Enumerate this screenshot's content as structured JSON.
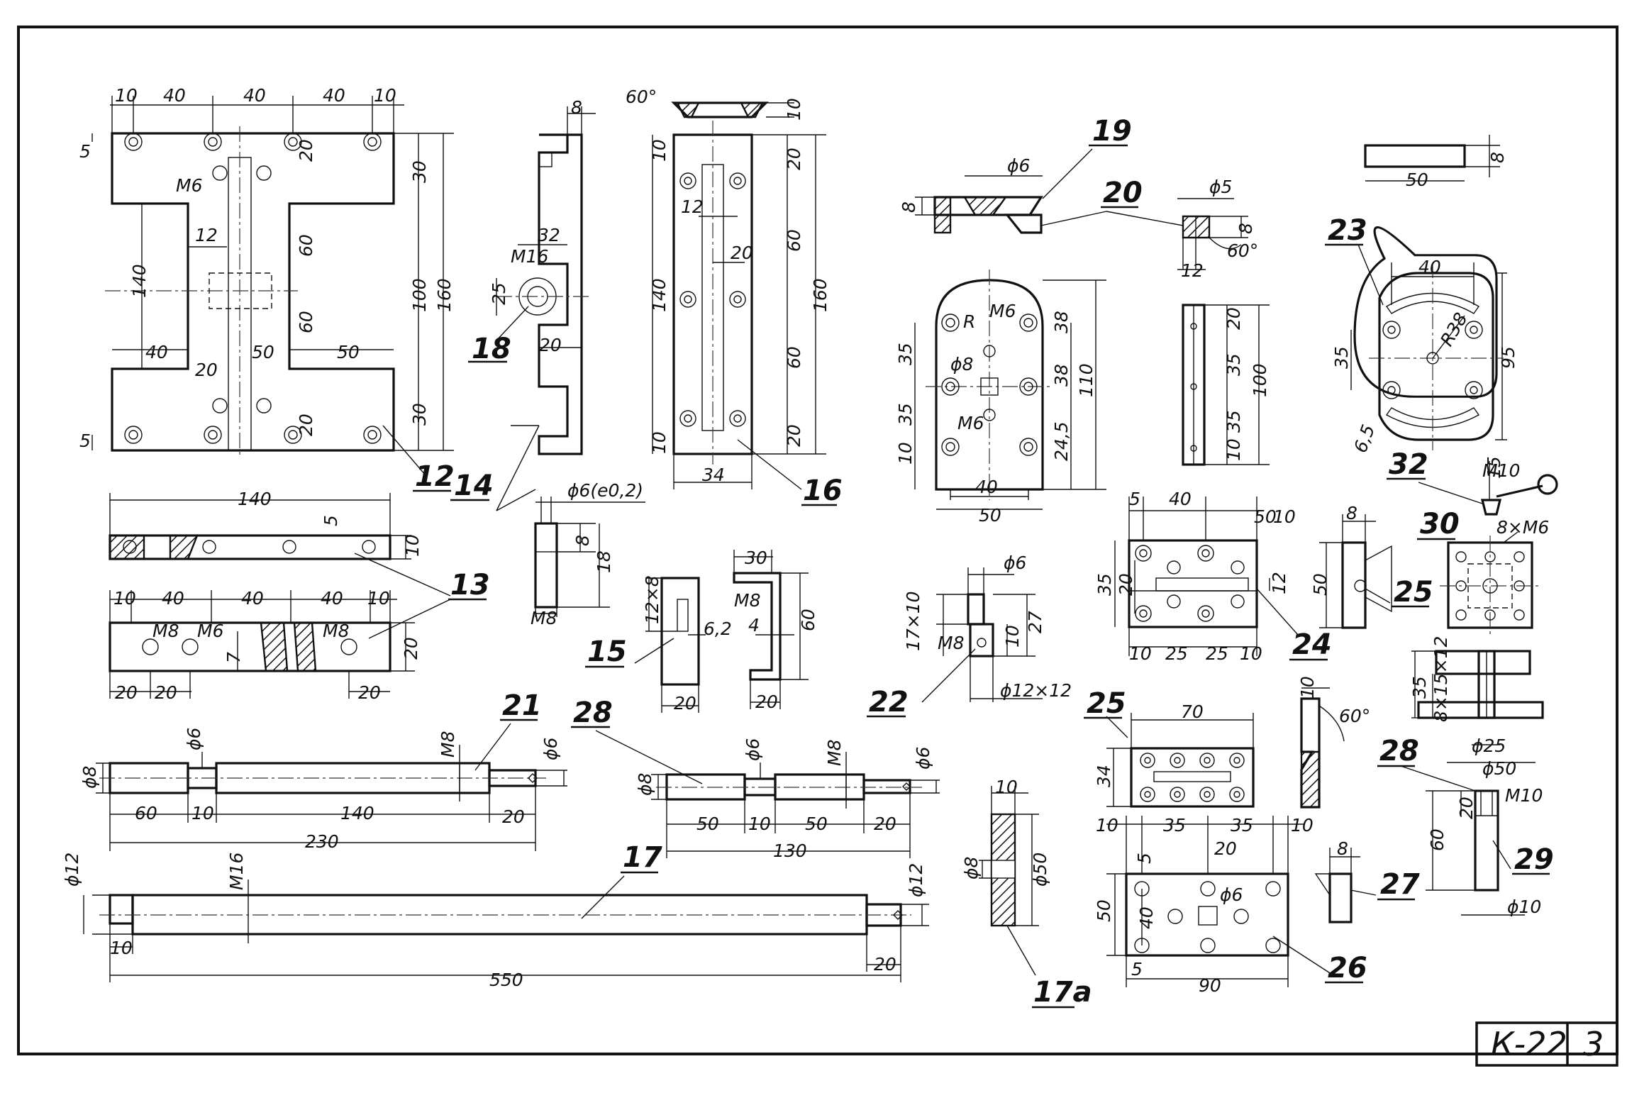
{
  "sheet": {
    "code": "К-22",
    "page": "3"
  },
  "parts": [
    {
      "id": "p12",
      "label": "12"
    },
    {
      "id": "p13",
      "label": "13"
    },
    {
      "id": "p14",
      "label": "14"
    },
    {
      "id": "p15",
      "label": "15"
    },
    {
      "id": "p16",
      "label": "16"
    },
    {
      "id": "p17",
      "label": "17"
    },
    {
      "id": "p17a",
      "label": "17а"
    },
    {
      "id": "p18",
      "label": "18"
    },
    {
      "id": "p19",
      "label": "19"
    },
    {
      "id": "p20",
      "label": "20"
    },
    {
      "id": "p21",
      "label": "21"
    },
    {
      "id": "p22",
      "label": "22"
    },
    {
      "id": "p23",
      "label": "23"
    },
    {
      "id": "p24",
      "label": "24"
    },
    {
      "id": "p25a",
      "label": "25"
    },
    {
      "id": "p25b",
      "label": "25"
    },
    {
      "id": "p26",
      "label": "26"
    },
    {
      "id": "p27",
      "label": "27"
    },
    {
      "id": "p28a",
      "label": "28"
    },
    {
      "id": "p28b",
      "label": "28"
    },
    {
      "id": "p29",
      "label": "29"
    },
    {
      "id": "p30",
      "label": "30"
    },
    {
      "id": "p32",
      "label": "32"
    }
  ],
  "dims": {
    "d10": "10",
    "d40": "40",
    "d5": "5",
    "d20": "20",
    "d30": "30",
    "d12": "12",
    "d60": "60",
    "d140": "140",
    "d100": "100",
    "d160": "160",
    "d50": "50",
    "dM6": "M6",
    "d8": "8",
    "d32": "32",
    "dM16": "M16",
    "d25": "25",
    "d60deg": "60°",
    "d34": "34",
    "dphi6": "ϕ6",
    "dphi6e": "ϕ6(e0,2)",
    "d18": "18",
    "dM8": "M8",
    "d12x8": "12×8",
    "d6_2": "6,2",
    "d4": "4",
    "dphi5": "ϕ5",
    "dR": "R",
    "dphi8": "ϕ8",
    "d38": "38",
    "d35": "35",
    "d110": "110",
    "d24_5": "24,5",
    "d95": "95",
    "dR38": "R38",
    "d6_5": "6,5",
    "d15": "15",
    "dM10": "M10",
    "d8xM6": "8×M6",
    "d17x10": "17×10",
    "d27": "27",
    "dphi12x12": "ϕ12×12",
    "d70": "70",
    "d60c": "60°",
    "d90": "90",
    "d130": "130",
    "d230": "230",
    "d550": "550",
    "d7": "7",
    "dphi8b": "ϕ8",
    "dphi12": "ϕ12",
    "dphi50": "ϕ50",
    "dphi25": "ϕ25",
    "d8x15x12": "8×15×12",
    "dphi10": "ϕ10"
  }
}
